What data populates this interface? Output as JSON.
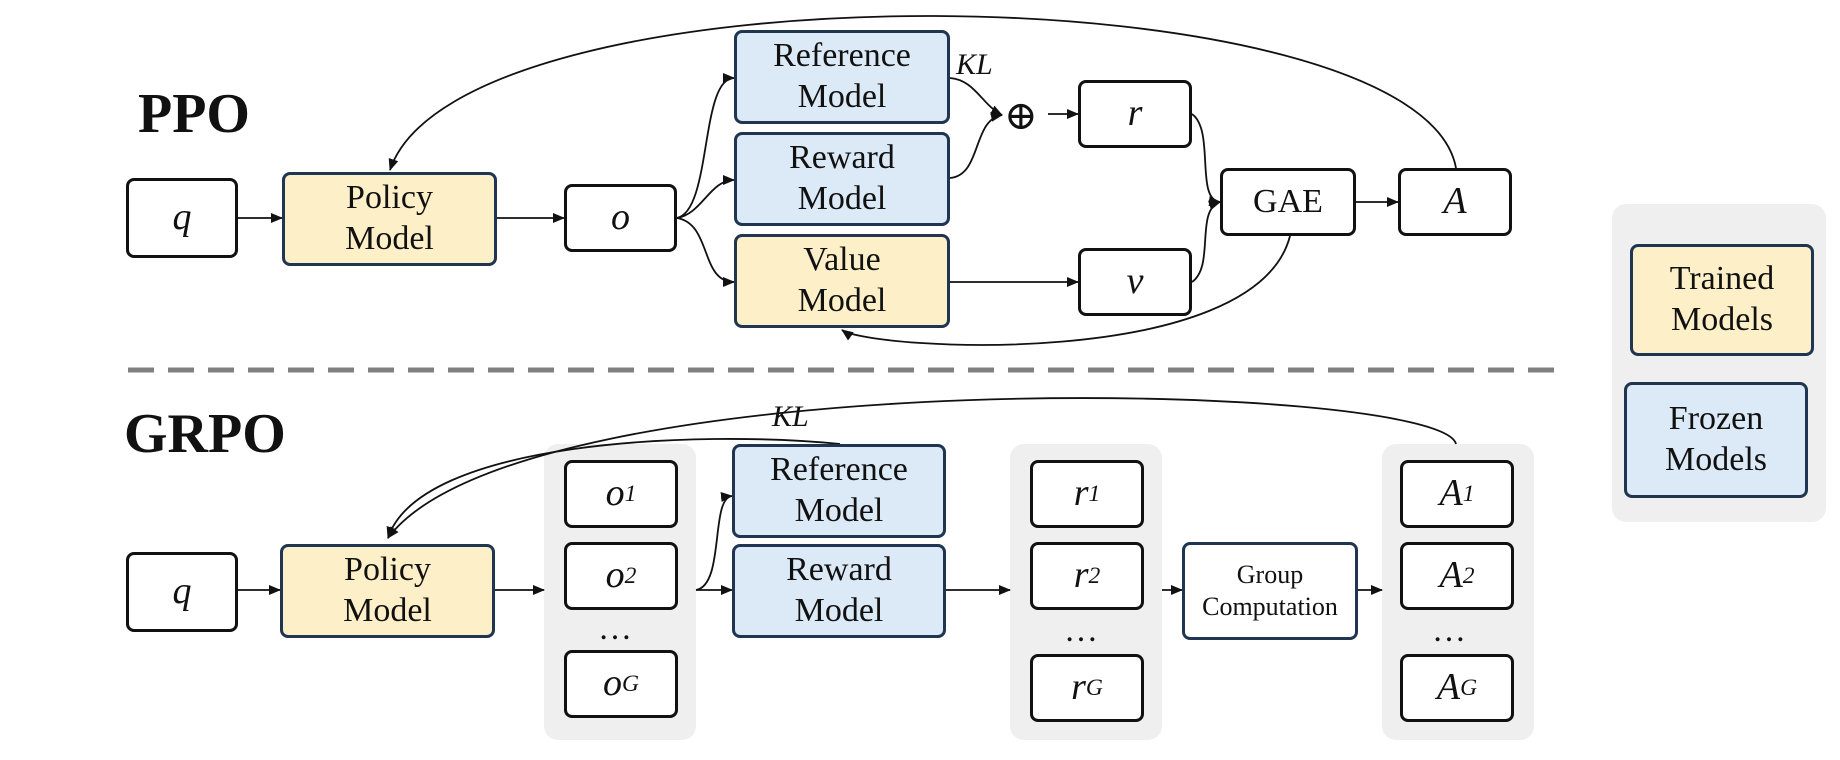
{
  "ppo": {
    "label": "PPO",
    "q": "q",
    "policy": "Policy\nModel",
    "o": "o",
    "reference": "Reference\nModel",
    "reward": "Reward\nModel",
    "value": "Value\nModel",
    "kl": "KL",
    "plus": "⊕",
    "r": "r",
    "v": "v",
    "gae": "GAE",
    "a": "A"
  },
  "grpo": {
    "label": "GRPO",
    "q": "q",
    "policy": "Policy\nModel",
    "outputs": [
      {
        "base": "o",
        "sub": "1"
      },
      {
        "base": "o",
        "sub": "2"
      },
      {
        "base": "o",
        "sub": "G"
      }
    ],
    "dots": "…",
    "reference": "Reference\nModel",
    "reward": "Reward\nModel",
    "kl": "KL",
    "rewards": [
      {
        "base": "r",
        "sub": "1"
      },
      {
        "base": "r",
        "sub": "2"
      },
      {
        "base": "r",
        "sub": "G"
      }
    ],
    "group": "Group\nComputation",
    "advantages": [
      {
        "base": "A",
        "sub": "1"
      },
      {
        "base": "A",
        "sub": "2"
      },
      {
        "base": "A",
        "sub": "G"
      }
    ]
  },
  "legend": {
    "trained": "Trained\nModels",
    "frozen": "Frozen\nModels"
  },
  "colors": {
    "trained_fill": "#fdf0c8",
    "frozen_fill": "#dce9f7",
    "box_border": "#1f3552",
    "group_bg": "#efefef",
    "divider": "#808080"
  }
}
